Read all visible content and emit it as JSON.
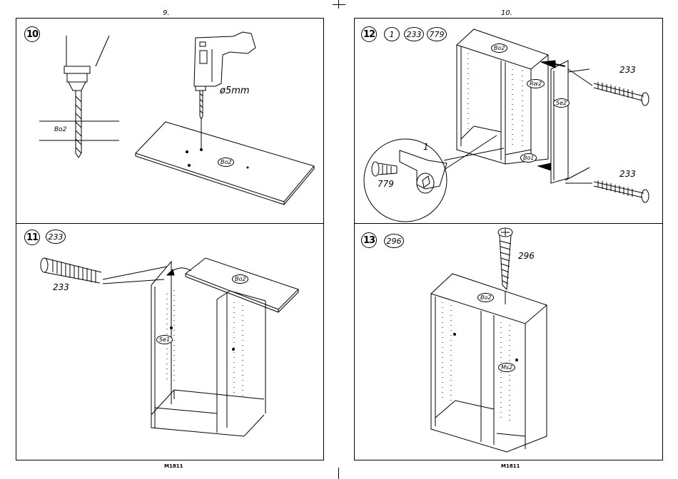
{
  "pages": {
    "left_number": "9.",
    "right_number": "10.",
    "left_code": "M1811",
    "right_code": "M1811"
  },
  "steps": {
    "s10": {
      "number": "10",
      "board_label": "Bo2",
      "panel_label": "Bo2",
      "drill_size": "ø5mm"
    },
    "s11": {
      "number": "11",
      "part": "233",
      "dowel_label": "233",
      "top_label": "Bo2",
      "side_label": "Se1"
    },
    "s12": {
      "number": "12",
      "parts": [
        "1",
        "233",
        "779"
      ],
      "top_label": "Bo2",
      "back_label": "Rw2",
      "side_label": "Se2",
      "bottom_label": "Bo1",
      "upper_dowel_label": "233",
      "lower_dowel_label": "233",
      "detail_cam_label": "1",
      "detail_bolt_label": "779"
    },
    "s13": {
      "number": "13",
      "part": "296",
      "screw_label": "296",
      "top_label": "Bo2",
      "middle_label": "Ms2"
    }
  },
  "icons": [
    "drill-icon",
    "dowel-icon",
    "screw-icon",
    "cam-lock-icon"
  ]
}
